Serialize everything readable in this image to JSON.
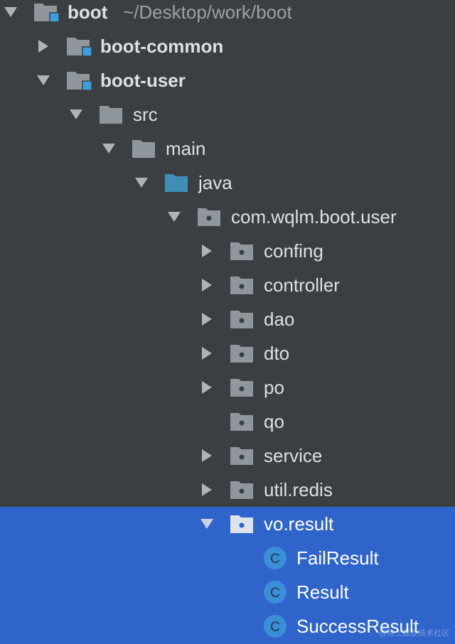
{
  "project_tree": {
    "root": {
      "name": "boot",
      "path": "~/Desktop/work/boot"
    },
    "items": [
      {
        "label": "boot-common"
      },
      {
        "label": "boot-user"
      },
      {
        "label": "src"
      },
      {
        "label": "main"
      },
      {
        "label": "java"
      },
      {
        "label": "com.wqlm.boot.user"
      },
      {
        "label": "confing"
      },
      {
        "label": "controller"
      },
      {
        "label": "dao"
      },
      {
        "label": "dto"
      },
      {
        "label": "po"
      },
      {
        "label": "qo"
      },
      {
        "label": "service"
      },
      {
        "label": "util.redis"
      },
      {
        "label": "vo.result"
      },
      {
        "label": "FailResult"
      },
      {
        "label": "Result"
      },
      {
        "label": "SuccessResult"
      }
    ],
    "class_glyph": "C"
  },
  "watermark": "@稀土掘金技术社区",
  "colors": {
    "background": "#3c3f41",
    "selection": "#2f65ca",
    "folder": "#8f969c",
    "source_folder": "#3d8fb8",
    "module_badge": "#3aa0e0",
    "class_icon": "#3a8fd8"
  }
}
